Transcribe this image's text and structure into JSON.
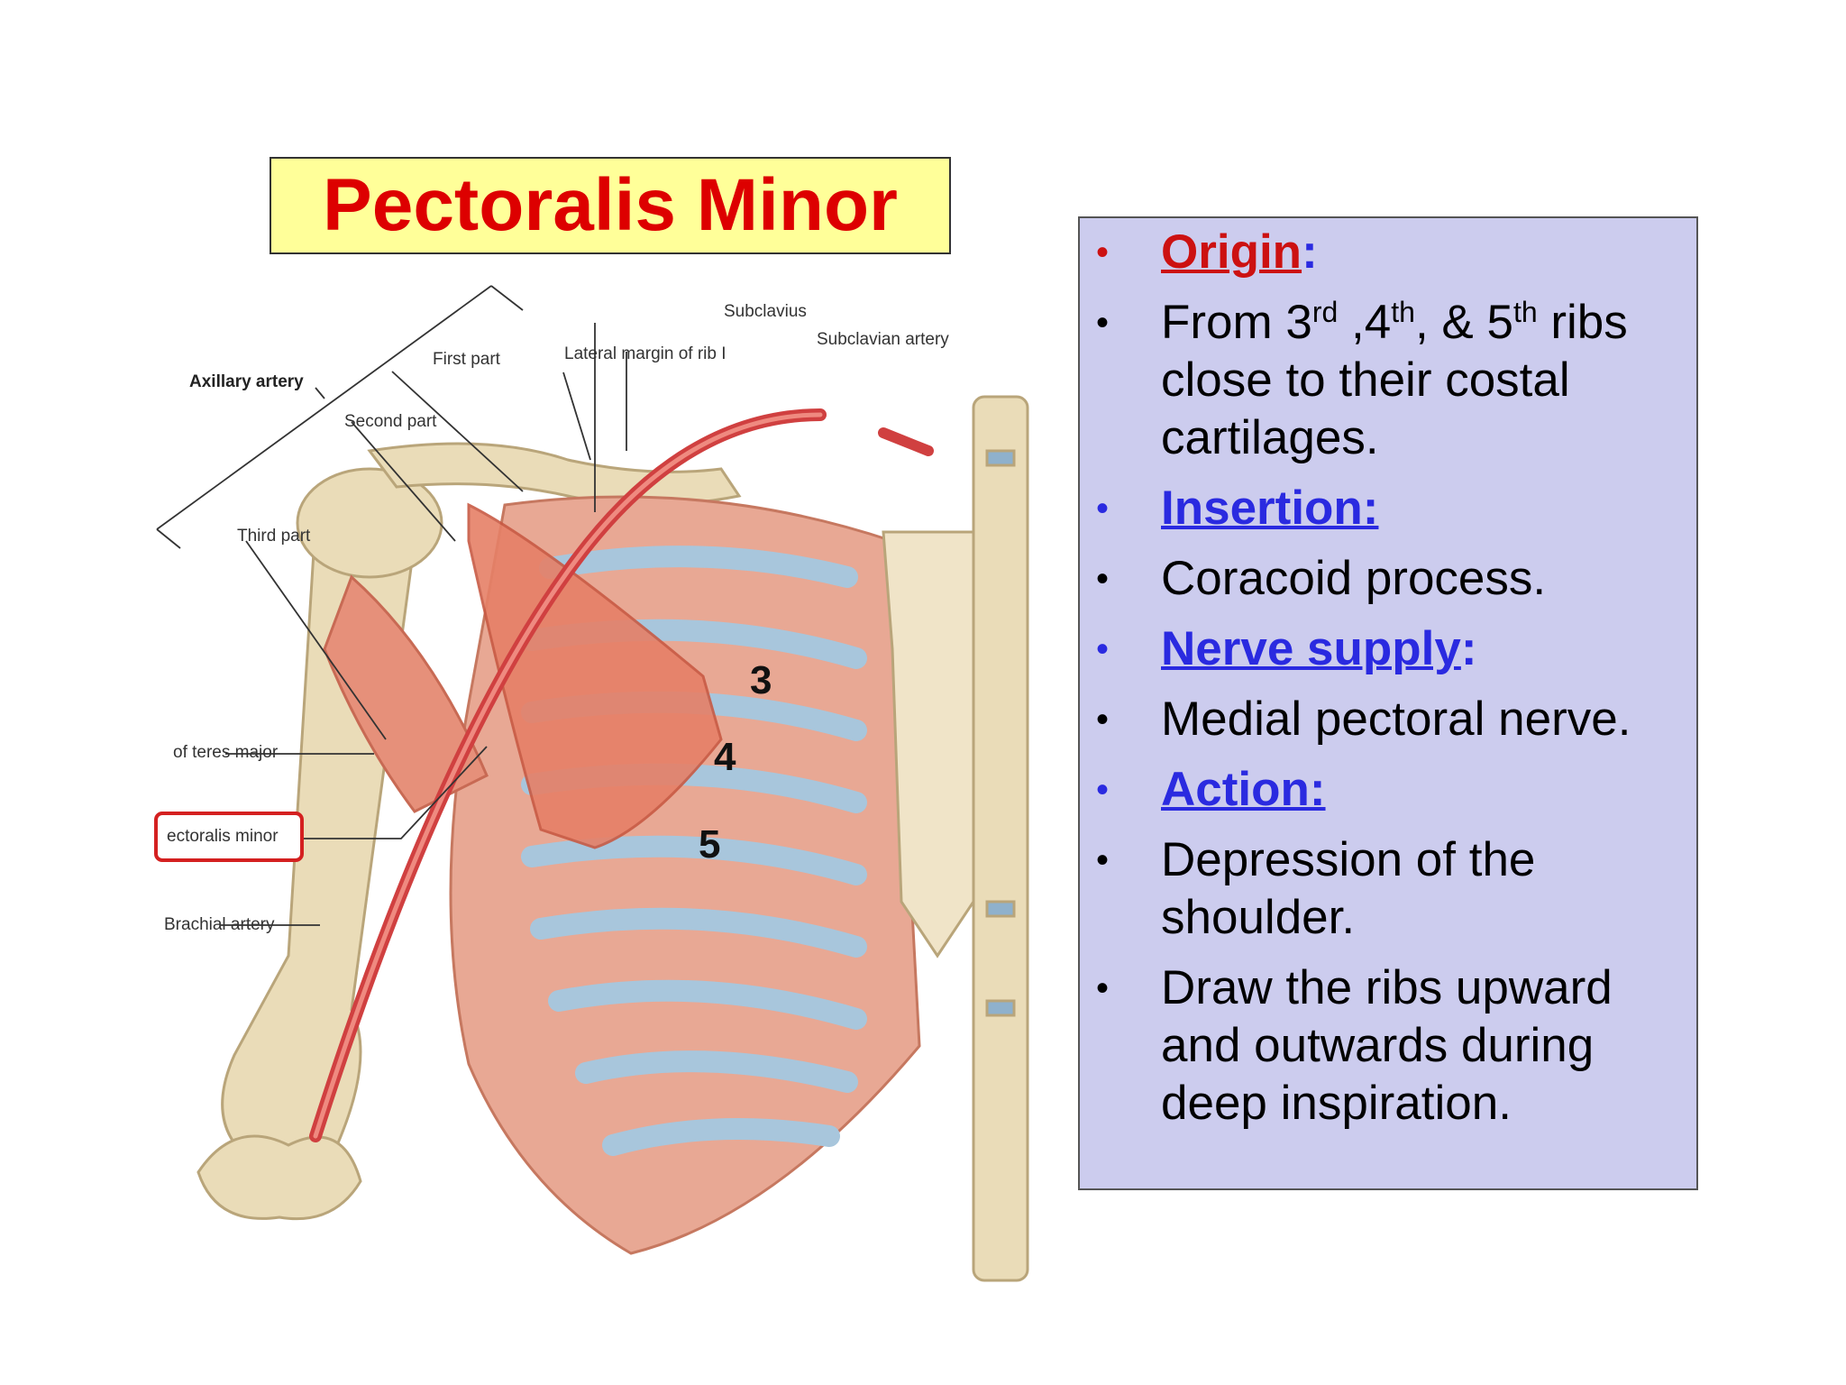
{
  "title": "Pectoralis Minor",
  "figure": {
    "labels": {
      "axillary_artery": "Axillary artery",
      "first_part": "First part",
      "second_part": "Second part",
      "third_part": "Third part",
      "subclavius": "Subclavius",
      "lateral_margin_rib": "Lateral margin of rib I",
      "subclavian_artery": "Subclavian artery",
      "teres_major": "of teres major",
      "pectoralis_minor": "ectoralis minor",
      "brachial_artery": "Brachial artery"
    },
    "rib_numbers": [
      "3",
      "4",
      "5"
    ]
  },
  "info": {
    "origin_heading": "Origin",
    "origin_colon": ":",
    "origin_text": {
      "p1": "From 3",
      "s1": "rd",
      "p2": " ,4",
      "s2": "th",
      "p3": ", & 5",
      "s3": "th",
      "p4": " ribs close to their costal cartilages."
    },
    "insertion_heading": "Insertion:",
    "insertion_text": "Coracoid process.",
    "nerve_heading": "Nerve supply",
    "nerve_colon": ":",
    "nerve_text": "Medial pectoral nerve.",
    "action_heading": "Action:",
    "action_text_1": "Depression of the shoulder.",
    "action_text_2": "Draw the ribs upward and outwards during deep inspiration."
  },
  "colors": {
    "title_bg": "#ffff99",
    "title_text": "#dd0000",
    "panel_bg": "#ccccee",
    "origin_heading": "#cc1111",
    "heading_blue": "#2a2ae0",
    "bullet_red": "#cc1111",
    "bullet_blue": "#2a2ae0",
    "pm_box_border": "#d42020"
  }
}
